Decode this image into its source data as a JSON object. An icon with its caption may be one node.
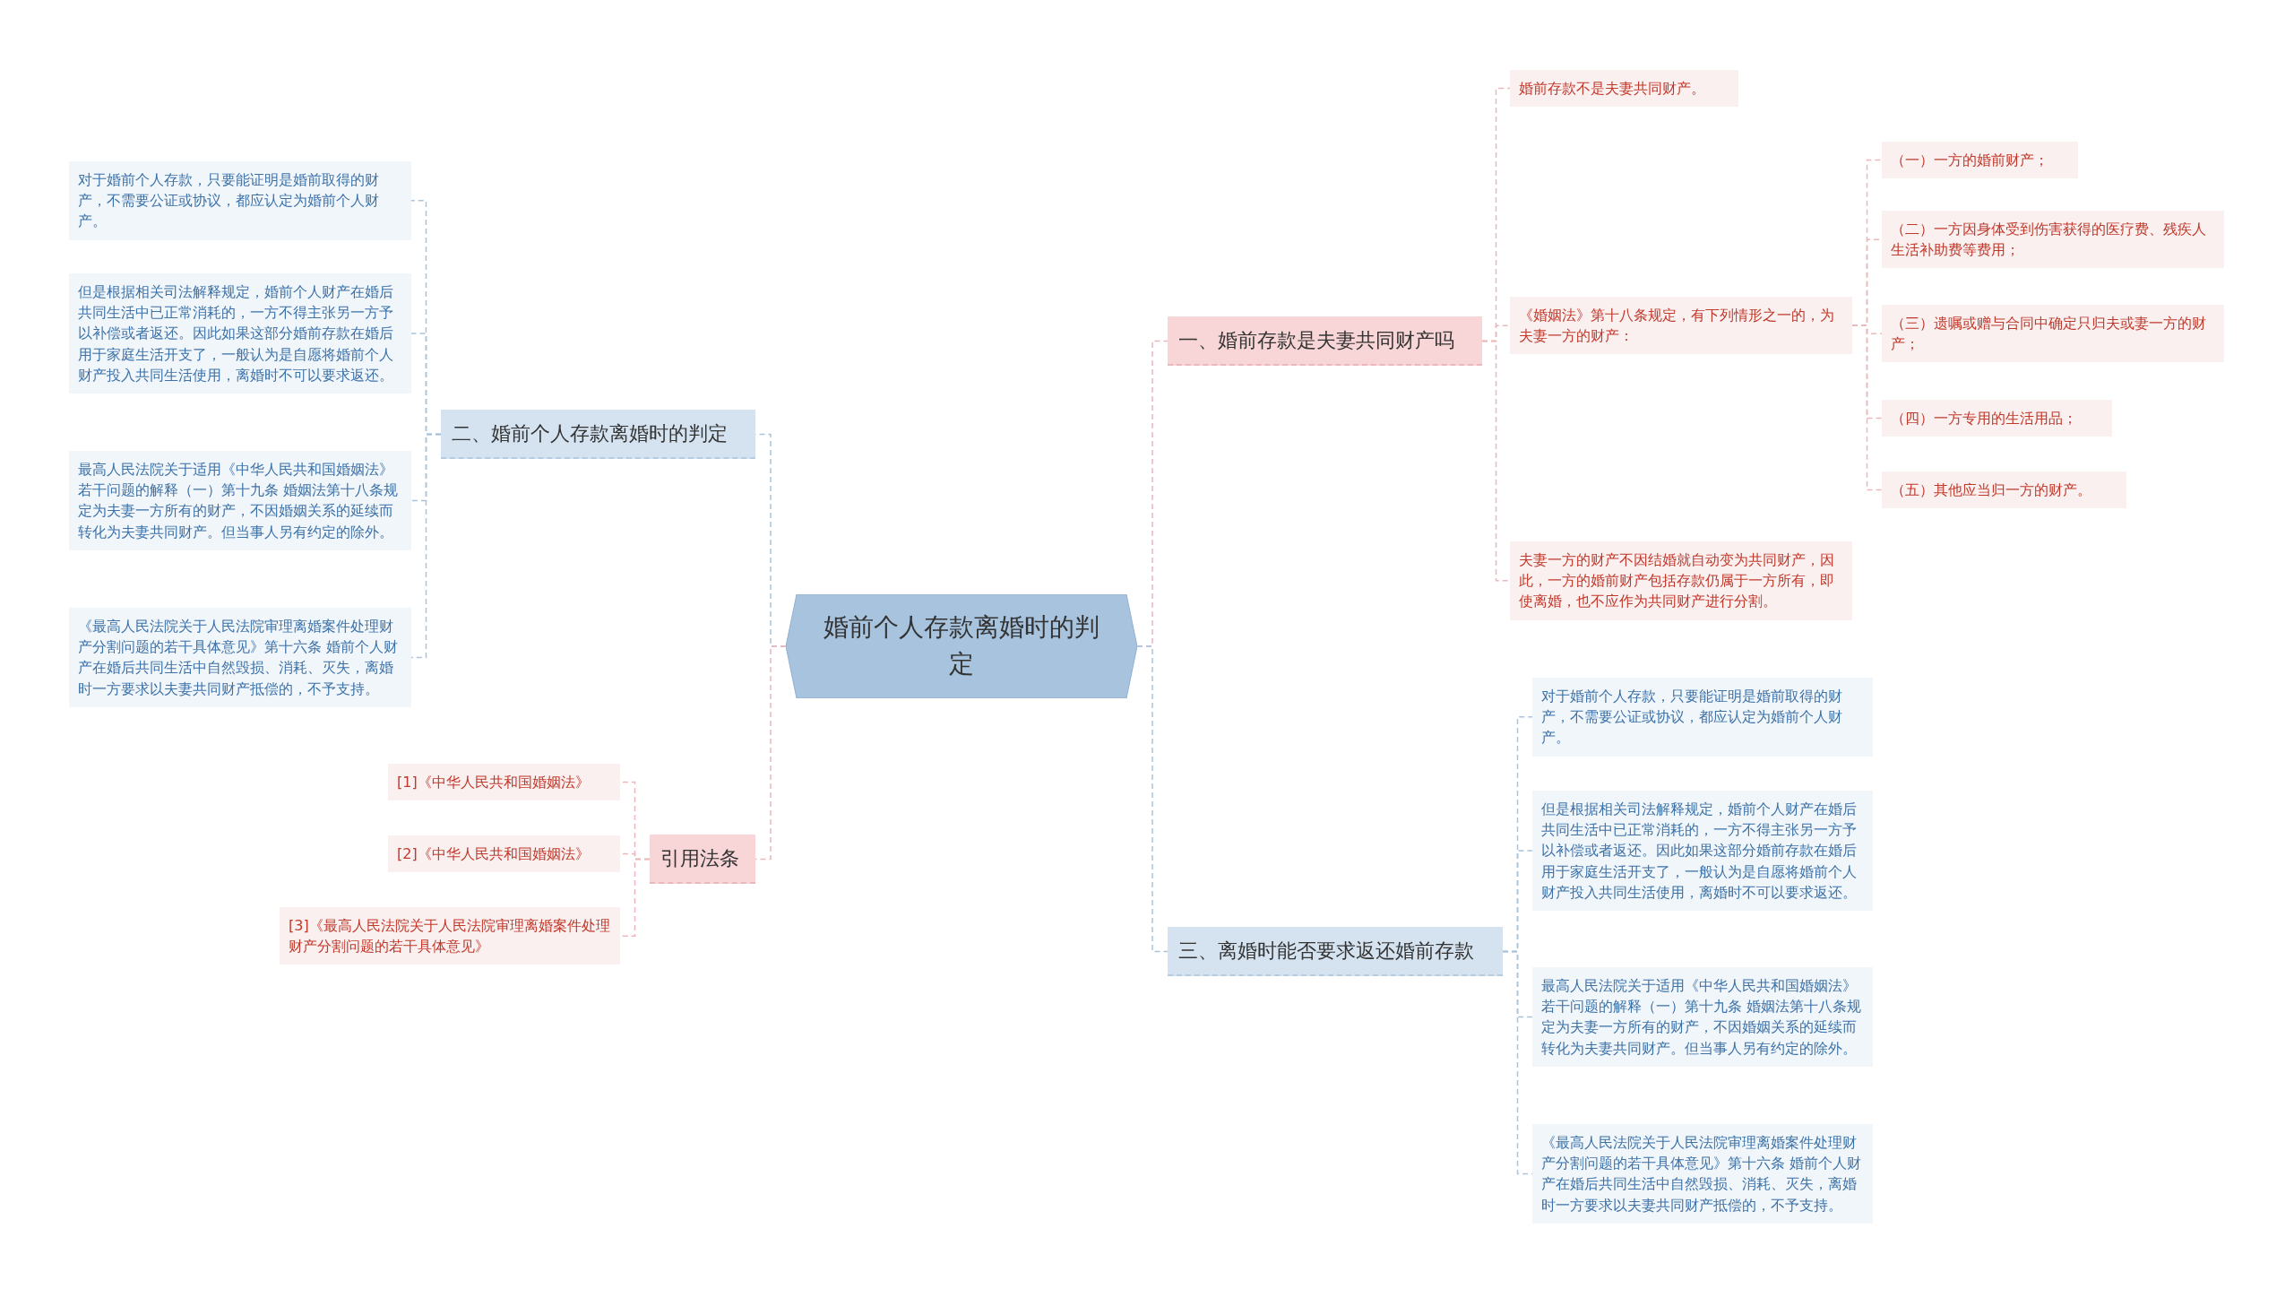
{
  "diagram": {
    "nodes": [
      {
        "text": [
          "婚前个人存款离婚时的判定"
        ]
      },
      {
        "text": [
          "一、婚前存款是夫妻共同财产吗"
        ]
      },
      {
        "text": [
          "婚前存款不是夫妻共同财产。"
        ]
      },
      {
        "text": [
          "《婚姻法》第十八条规定，有下列情形之一的，为夫妻一方的财产："
        ]
      },
      {
        "text": [
          "（一）一方的婚前财产；"
        ]
      },
      {
        "text": [
          "（二）一方因身体受到伤害获得的医疗费、残疾人生活补助费等费用；"
        ]
      },
      {
        "text": [
          "（三）遗嘱或赠与合同中确定只归夫或妻一方的财产；"
        ]
      },
      {
        "text": [
          "（四）一方专用的生活用品；"
        ]
      },
      {
        "text": [
          "（五）其他应当归一方的财产。"
        ]
      },
      {
        "text": [
          "夫妻一方的财产不因结婚就自动变为共同财产，因此，一方的婚前财产包括存款仍属于一方所有，即使离婚，也不应作为共同财产进行分割。"
        ]
      },
      {
        "text": [
          "三、离婚时能否要求返还婚前存款"
        ]
      },
      {
        "text": [
          "对于婚前个人存款，只要能证明是婚前取得的财产，不需要公证或协议，都应认定为婚前个人财产。"
        ]
      },
      {
        "text": [
          "但是根据相关司法解释规定，婚前个人财产在婚后共同生活中已正常消耗的，一方不得主张另一方予以补偿或者返还。因此如果这部分婚前存款在婚后用于家庭生活开支了，一般认为是自愿将婚前个人财产投入共同生活使用，离婚时不可以要求返还。"
        ]
      },
      {
        "text": [
          "最高人民法院关于适用《中华人民共和国婚姻法》若干问题的解释（一）第十九条 婚姻法第十八条规定为夫妻一方所有的财产，不因婚姻关系的延续而转化为夫妻共同财产。但当事人另有约定的除外。"
        ]
      },
      {
        "text": [
          "《最高人民法院关于人民法院审理离婚案件处理财产分割问题的若干具体意见》第十六条 婚前个人财产在婚后共同生活中自然毁损、消耗、灭失，离婚时一方要求以夫妻共同财产抵偿的，不予支持。"
        ]
      },
      {
        "text": [
          "二、婚前个人存款离婚时的判定"
        ]
      },
      {
        "text": [
          "对于婚前个人存款，只要能证明是婚前取得的财产，不需要公证或协议，都应认定为婚前个人财产。"
        ]
      },
      {
        "text": [
          "但是根据相关司法解释规定，婚前个人财产在婚后共同生活中已正常消耗的，一方不得主张另一方予以补偿或者返还。因此如果这部分婚前存款在婚后用于家庭生活开支了，一般认为是自愿将婚前个人财产投入共同生活使用，离婚时不可以要求返还。"
        ]
      },
      {
        "text": [
          "最高人民法院关于适用《中华人民共和国婚姻法》若干问题的解释（一）第十九条 婚姻法第十八条规定为夫妻一方所有的财产，不因婚姻关系的延续而转化为夫妻共同财产。但当事人另有约定的除外。"
        ]
      },
      {
        "text": [
          "《最高人民法院关于人民法院审理离婚案件处理财产分割问题的若干具体意见》第十六条 婚前个人财产在婚后共同生活中自然毁损、消耗、灭失，离婚时一方要求以夫妻共同财产抵偿的，不予支持。"
        ]
      },
      {
        "text": [
          "引用法条"
        ]
      },
      {
        "text": [
          "[1]《中华人民共和国婚姻法》"
        ]
      },
      {
        "text": [
          "[2]《中华人民共和国婚姻法》"
        ]
      },
      {
        "text": [
          "[3]《最高人民法院关于人民法院审理离婚案件处理财产分割问题的若干具体意见》"
        ]
      }
    ],
    "edges": [
      {
        "from": 0,
        "to": 1,
        "arrow": "none",
        "style": "dashed"
      },
      {
        "from": 1,
        "to": 2,
        "arrow": "none",
        "style": "dashed"
      },
      {
        "from": 1,
        "to": 3,
        "arrow": "none",
        "style": "dashed"
      },
      {
        "from": 3,
        "to": 4,
        "arrow": "none",
        "style": "dashed"
      },
      {
        "from": 3,
        "to": 5,
        "arrow": "none",
        "style": "dashed"
      },
      {
        "from": 3,
        "to": 6,
        "arrow": "none",
        "style": "dashed"
      },
      {
        "from": 3,
        "to": 7,
        "arrow": "none",
        "style": "dashed"
      },
      {
        "from": 3,
        "to": 8,
        "arrow": "none",
        "style": "dashed"
      },
      {
        "from": 1,
        "to": 9,
        "arrow": "none",
        "style": "dashed"
      },
      {
        "from": 0,
        "to": 10,
        "arrow": "none",
        "style": "dashed",
        "color": "#a9c3dc"
      },
      {
        "from": 10,
        "to": 11,
        "arrow": "none",
        "style": "dashed",
        "color": "#a9c3dc"
      },
      {
        "from": 10,
        "to": 12,
        "arrow": "none",
        "style": "dashed",
        "color": "#a9c3dc"
      },
      {
        "from": 10,
        "to": 13,
        "arrow": "none",
        "style": "dashed",
        "color": "#a9c3dc"
      },
      {
        "from": 10,
        "to": 14,
        "arrow": "none",
        "style": "dashed",
        "color": "#a9c3dc"
      },
      {
        "from": 0,
        "to": 15,
        "arrow": "none",
        "style": "dashed",
        "color": "#a9c3dc"
      },
      {
        "from": 15,
        "to": 16,
        "arrow": "none",
        "style": "dashed",
        "color": "#a9c3dc"
      },
      {
        "from": 15,
        "to": 17,
        "arrow": "none",
        "style": "dashed",
        "color": "#a9c3dc"
      },
      {
        "from": 15,
        "to": 18,
        "arrow": "none",
        "style": "dashed",
        "color": "#a9c3dc"
      },
      {
        "from": 15,
        "to": 19,
        "arrow": "none",
        "style": "dashed",
        "color": "#a9c3dc"
      },
      {
        "from": 0,
        "to": 20,
        "arrow": "none",
        "style": "dashed"
      },
      {
        "from": 20,
        "to": 21,
        "arrow": "none",
        "style": "dashed"
      },
      {
        "from": 20,
        "to": 22,
        "arrow": "none",
        "style": "dashed"
      },
      {
        "from": 20,
        "to": 23,
        "arrow": "none",
        "style": "dashed"
      }
    ]
  }
}
